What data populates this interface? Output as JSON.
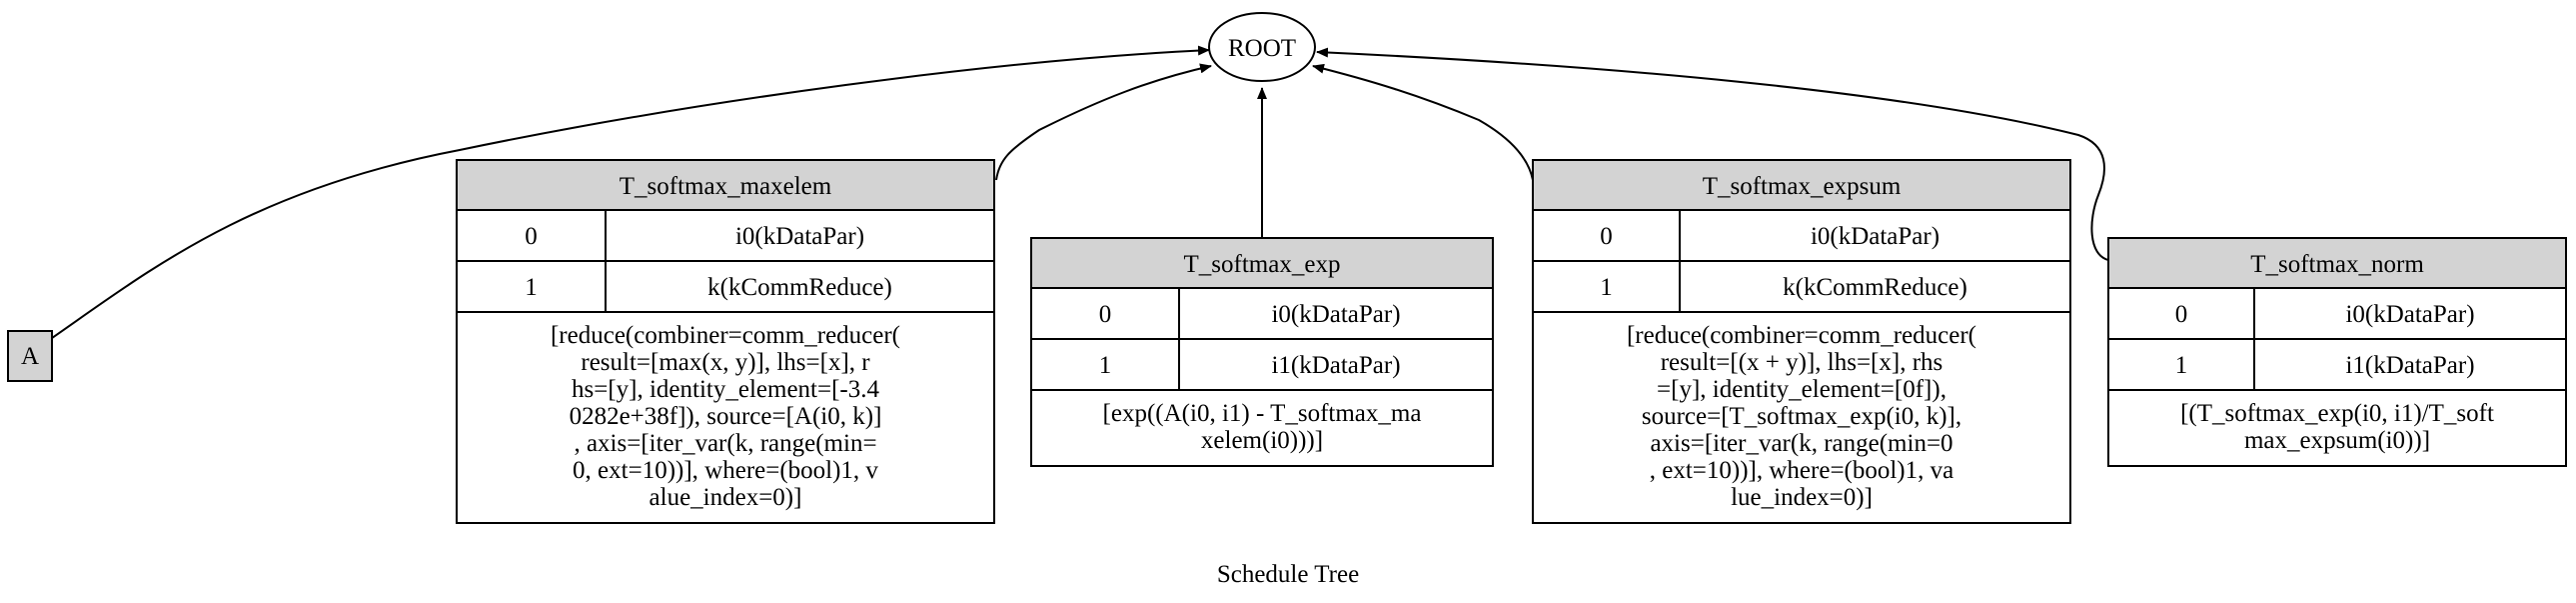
{
  "caption": "Schedule Tree",
  "root": {
    "label": "ROOT"
  },
  "input_node": {
    "label": "A"
  },
  "stages": [
    {
      "title": "T_softmax_maxelem",
      "iter_vars": [
        {
          "index": "0",
          "name": "i0(kDataPar)"
        },
        {
          "index": "1",
          "name": "k(kCommReduce)"
        }
      ],
      "body_lines": [
        "[reduce(combiner=comm_reducer(",
        "result=[max(x, y)], lhs=[x], r",
        "hs=[y], identity_element=[-3.4",
        "0282e+38f]), source=[A(i0, k)]",
        ", axis=[iter_var(k, range(min=",
        "0, ext=10))], where=(bool)1, v",
        "alue_index=0)]"
      ]
    },
    {
      "title": "T_softmax_exp",
      "iter_vars": [
        {
          "index": "0",
          "name": "i0(kDataPar)"
        },
        {
          "index": "1",
          "name": "i1(kDataPar)"
        }
      ],
      "body_lines": [
        "[exp((A(i0, i1) - T_softmax_ma",
        "xelem(i0)))]"
      ]
    },
    {
      "title": "T_softmax_expsum",
      "iter_vars": [
        {
          "index": "0",
          "name": "i0(kDataPar)"
        },
        {
          "index": "1",
          "name": "k(kCommReduce)"
        }
      ],
      "body_lines": [
        "[reduce(combiner=comm_reducer(",
        "result=[(x + y)], lhs=[x], rhs",
        "=[y], identity_element=[0f]),",
        "source=[T_softmax_exp(i0, k)],",
        "axis=[iter_var(k, range(min=0",
        ", ext=10))], where=(bool)1, va",
        "lue_index=0)]"
      ]
    },
    {
      "title": "T_softmax_norm",
      "iter_vars": [
        {
          "index": "0",
          "name": "i0(kDataPar)"
        },
        {
          "index": "1",
          "name": "i1(kDataPar)"
        }
      ],
      "body_lines": [
        "[(T_softmax_exp(i0, i1)/T_soft",
        "max_expsum(i0))]"
      ]
    }
  ]
}
